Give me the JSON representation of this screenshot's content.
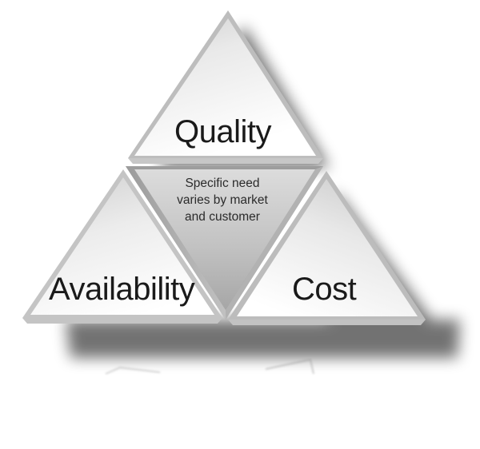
{
  "diagram": {
    "top_label": "Quality",
    "left_label": "Availability",
    "right_label": "Cost",
    "center_lines": [
      "Specific need",
      "varies by market",
      "and customer"
    ]
  },
  "colors": {
    "triangle_light": "#ffffff",
    "triangle_mid": "#e9e9e9",
    "triangle_dark": "#cfcfcf",
    "center_light": "#d9d9d9",
    "center_dark": "#a9a9a9",
    "text": "#1a1a1a",
    "shadow": "#000000"
  }
}
